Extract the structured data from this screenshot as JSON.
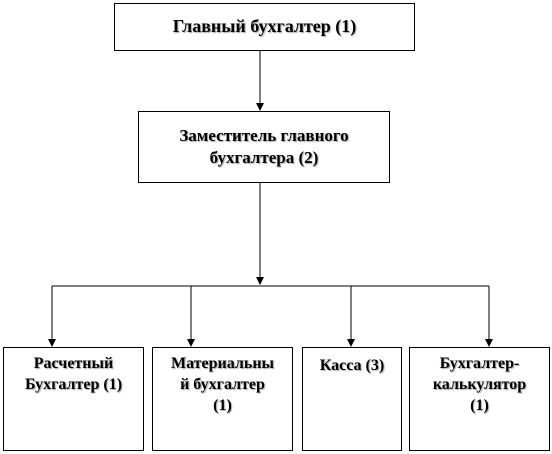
{
  "diagram": {
    "top": {
      "label": "Главный  бухгалтер  (1)"
    },
    "deputy": {
      "label": "Заместитель  главного\nбухгалтера  (2)"
    },
    "subordinates": [
      {
        "label": "Расчетный\nБухгалтер  (1)"
      },
      {
        "label": "Материальны\nй бухгалтер\n(1)"
      },
      {
        "label": "Касса (3)"
      },
      {
        "label": "Бухгалтер-\nкалькулятор\n(1)"
      }
    ],
    "colors": {
      "line": "#000000",
      "border": "#000000",
      "background": "#ffffff"
    }
  }
}
